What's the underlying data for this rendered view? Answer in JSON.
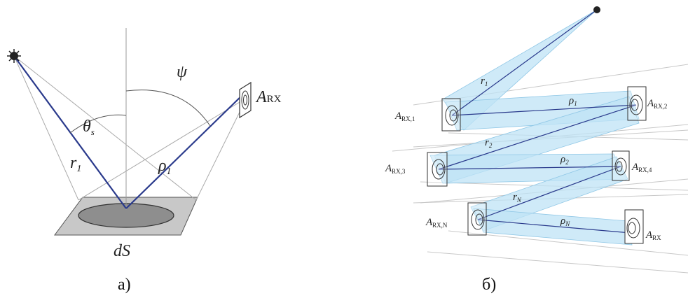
{
  "panel_a": {
    "caption": "а)",
    "labels": {
      "theta": "θ",
      "theta_sub": "s",
      "psi": "ψ",
      "r": "r",
      "r_sub": "1",
      "rho": "ρ",
      "rho_sub": "1",
      "A": "A",
      "A_sub": "RX",
      "dS": "dS"
    }
  },
  "panel_b": {
    "caption": "б)",
    "receivers": [
      {
        "A": "A",
        "sub": "RX,1"
      },
      {
        "A": "A",
        "sub": "RX,2"
      },
      {
        "A": "A",
        "sub": "RX,3"
      },
      {
        "A": "A",
        "sub": "RX,4"
      },
      {
        "A": "A",
        "sub": "RX,N"
      },
      {
        "A": "A",
        "sub": "RX"
      }
    ],
    "paths": [
      {
        "sym": "r",
        "sub": "1"
      },
      {
        "sym": "ρ",
        "sub": "1"
      },
      {
        "sym": "r",
        "sub": "2"
      },
      {
        "sym": "ρ",
        "sub": "2"
      },
      {
        "sym": "r",
        "sub": "N"
      },
      {
        "sym": "ρ",
        "sub": "N"
      }
    ]
  },
  "colors": {
    "beam": "#bfe3f5",
    "beam_edge": "#8fc7e6",
    "line": "#2a3a8c"
  }
}
